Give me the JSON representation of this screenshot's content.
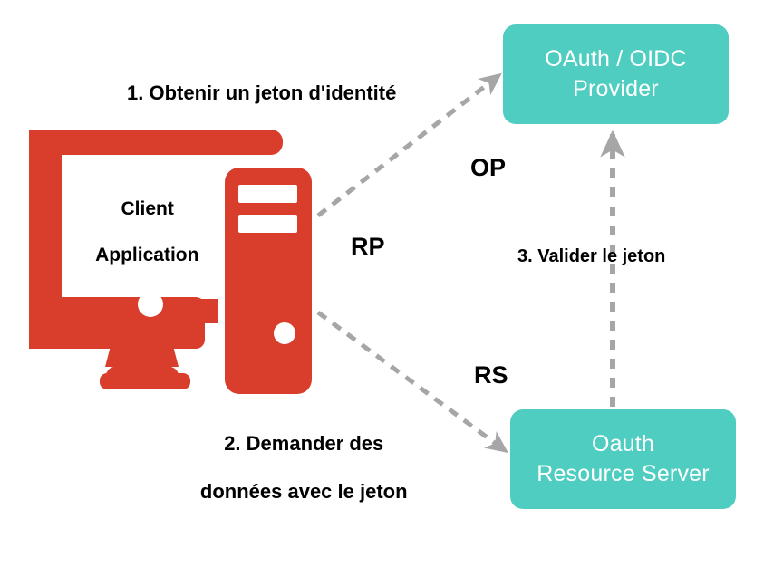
{
  "diagram": {
    "title_absent": true,
    "colors": {
      "node_fill": "#4ecdc0",
      "node_text": "#ffffff",
      "client_icon": "#d93d2b",
      "arrow": "#a6a6a6",
      "label_text": "#000000",
      "background": "#ffffff"
    },
    "nodes": [
      {
        "id": "oauth-oidc-provider",
        "label_line1": "OAuth / OIDC",
        "label_line2": "Provider",
        "role_tag": "OP"
      },
      {
        "id": "oauth-resource-server",
        "label_line1": "Oauth",
        "label_line2": "Resource Server",
        "role_tag": "RS"
      },
      {
        "id": "client-application",
        "label_line1": "Client",
        "label_line2": "Application",
        "role_tag": "RP"
      }
    ],
    "role_labels": {
      "op": "OP",
      "rp": "RP",
      "rs": "RS"
    },
    "steps": [
      {
        "number": "1",
        "text": "1. Obtenir un jeton d'identité",
        "from": "client-application",
        "to": "oauth-oidc-provider"
      },
      {
        "number": "2",
        "text_line1": "2. Demander des",
        "text_line2": "données avec le jeton",
        "from": "client-application",
        "to": "oauth-resource-server"
      },
      {
        "number": "3",
        "text": "3. Valider le jeton",
        "from": "oauth-resource-server",
        "to": "oauth-oidc-provider"
      }
    ],
    "client_icon": {
      "name": "desktop-computer-and-tower-icon",
      "parts": [
        "monitor",
        "monitor-stand",
        "tower",
        "tower-vents",
        "power-button"
      ]
    }
  }
}
